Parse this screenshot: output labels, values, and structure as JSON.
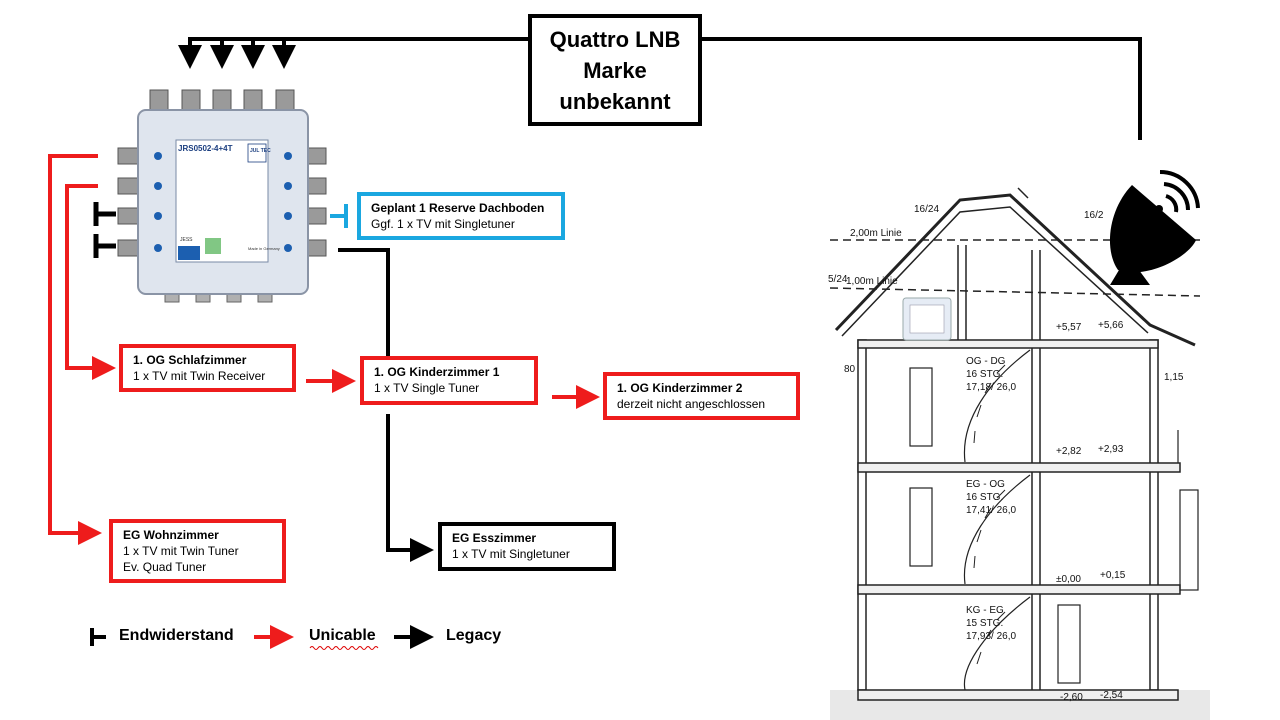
{
  "lnb": {
    "line1": "Quattro LNB",
    "line2": "Marke",
    "line3": "unbekannt"
  },
  "switch": {
    "model": "JRS0502-4+4T",
    "brand": "JUL TEC",
    "brand_small": "JESS",
    "made_in": "Made in Germany"
  },
  "reserve": {
    "title": "Geplant 1 Reserve Dachboden",
    "line1": "Ggf. 1 x TV mit Singletuner"
  },
  "og_schlaf": {
    "title": "1.  OG Schlafzimmer",
    "line1": "1 x TV mit Twin Receiver"
  },
  "og_kinder1": {
    "title": "1. OG Kinderzimmer 1",
    "line1": "1 x TV Single Tuner"
  },
  "og_kinder2": {
    "title": "1. OG Kinderzimmer 2",
    "line1": "derzeit nicht angeschlossen"
  },
  "eg_wohn": {
    "title": "EG Wohnzimmer",
    "line1": "1 x TV mit Twin Tuner",
    "line2": "Ev. Quad Tuner"
  },
  "eg_ess": {
    "title": "EG Esszimmer",
    "line1": "1 x TV mit Singletuner"
  },
  "legend": {
    "end": "Endwiderstand",
    "unicable": "Unicable",
    "legacy": "Legacy"
  },
  "plan": {
    "labels": [
      "16/24",
      "16/2",
      "2,00m Linie",
      "1,00m Linie",
      "5/24",
      "+5,57",
      "+5,66",
      "80",
      "1,15",
      "OG - DG",
      "16 STG.",
      "17,18/ 26,0",
      "+2,82",
      "+2,93",
      "EG - OG",
      "16 STG.",
      "17,41/ 26,0",
      "±0,00",
      "+0,15",
      "KG - EG",
      "15 STG.",
      "17,93/ 26,0",
      "-2,60",
      "-2,54"
    ]
  },
  "colors": {
    "unicable": "#ee1c1c",
    "legacy": "#000000",
    "reserve": "#1aa7e0"
  }
}
